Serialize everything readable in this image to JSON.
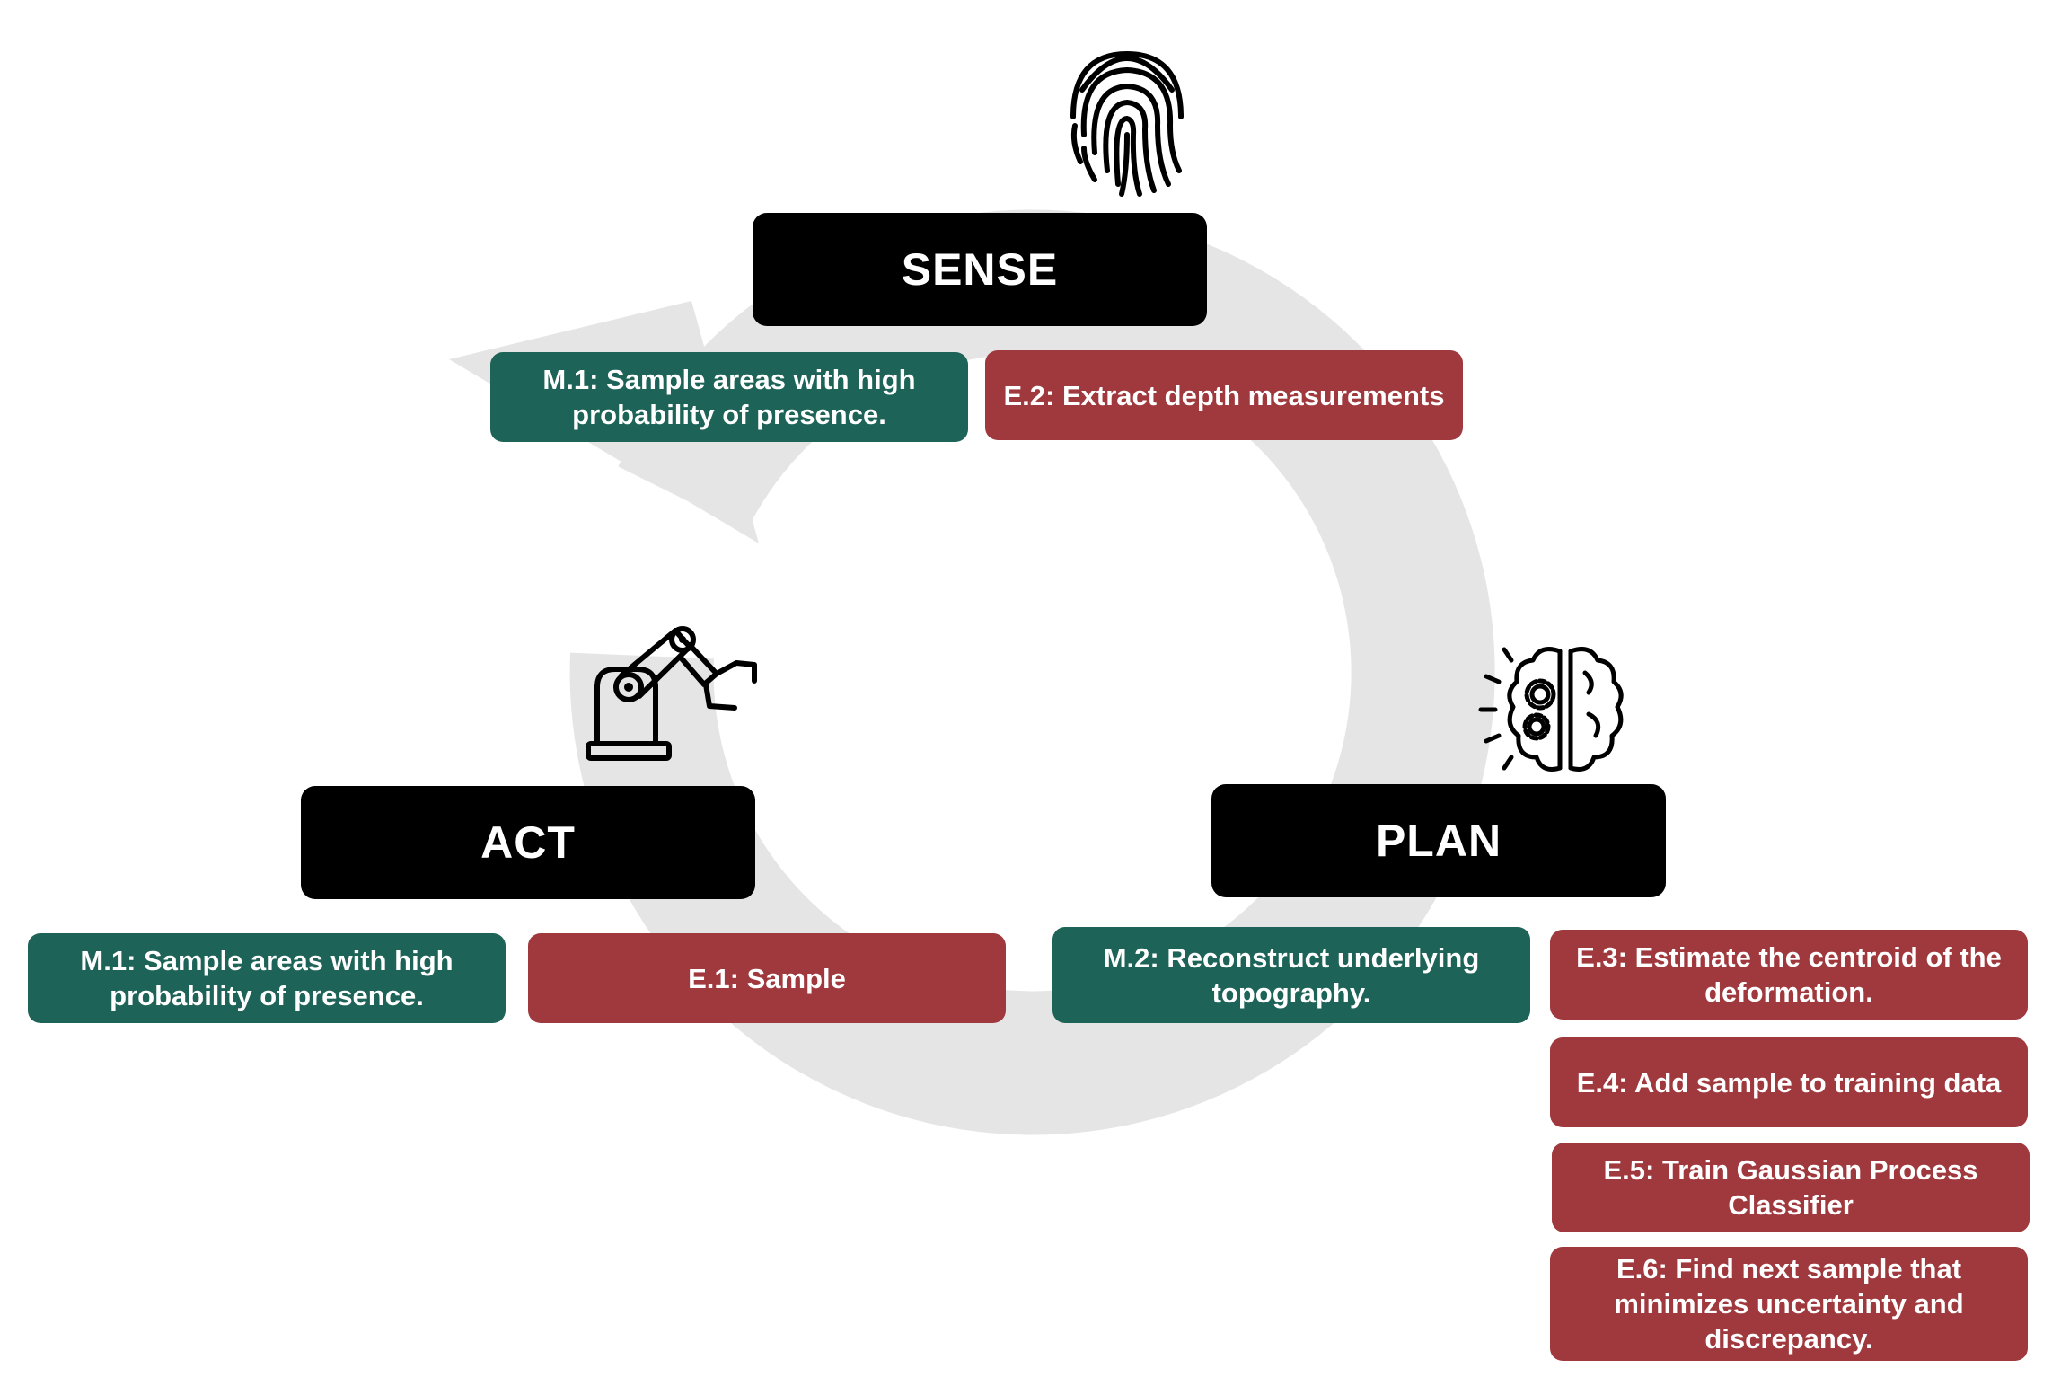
{
  "colors": {
    "method_green": "#1d6357",
    "step_red": "#a0393d",
    "phase_black": "#000000",
    "cycle_gray": "#e5e5e5"
  },
  "phases": {
    "sense": {
      "label": "SENSE",
      "icon": "fingerprint-icon"
    },
    "act": {
      "label": "ACT",
      "icon": "robot-arm-icon"
    },
    "plan": {
      "label": "PLAN",
      "icon": "brain-gears-icon"
    }
  },
  "sense_items": {
    "method": "M.1: Sample areas with high probability of presence.",
    "step": "E.2: Extract depth measurements"
  },
  "act_items": {
    "method": "M.1: Sample areas with high probability of presence.",
    "step": "E.1: Sample"
  },
  "plan_items": {
    "method": "M.2: Reconstruct underlying topography.",
    "steps": [
      "E.3: Estimate the centroid of the deformation.",
      "E.4: Add sample to training data",
      "E.5: Train Gaussian Process Classifier",
      "E.6: Find next sample that minimizes uncertainty and discrepancy."
    ]
  }
}
